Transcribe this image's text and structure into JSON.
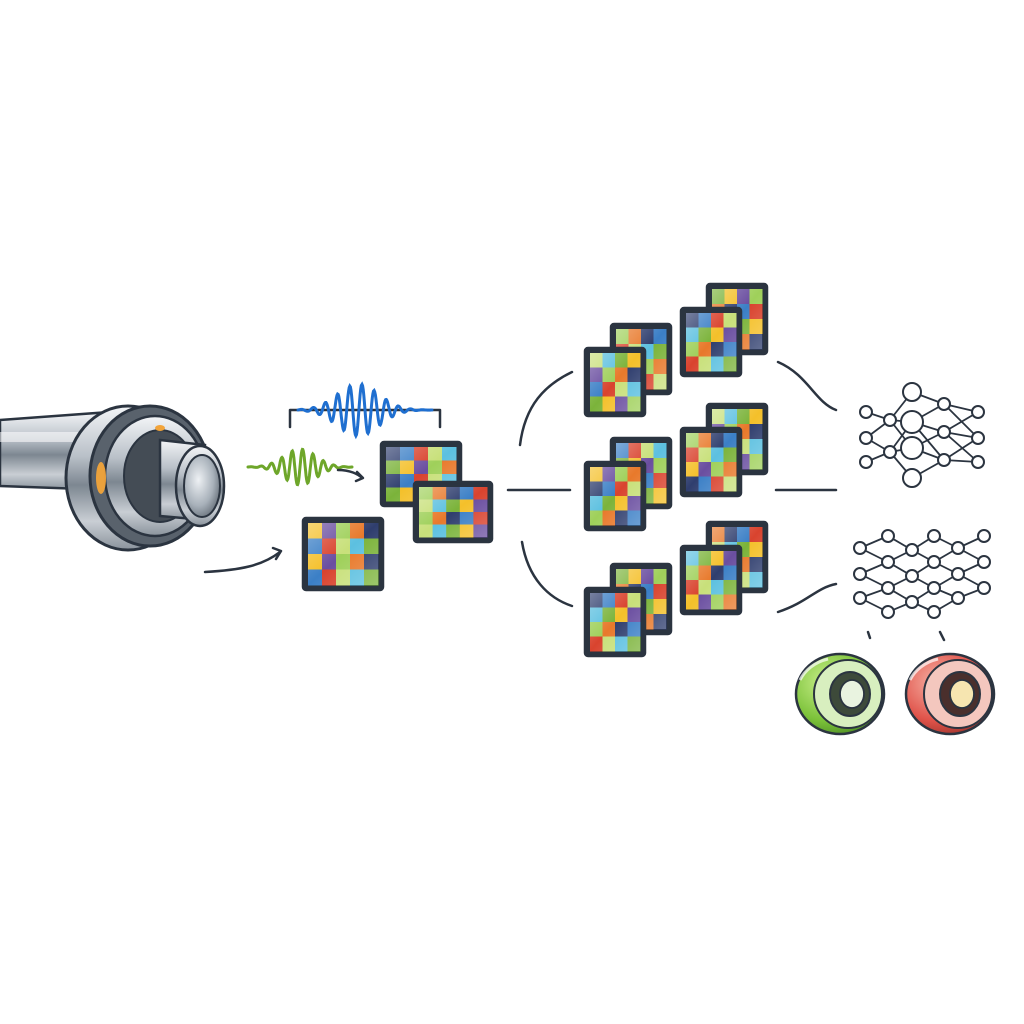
{
  "diagram": {
    "stages": [
      {
        "id": "sensor",
        "icon": "bearing-sensor-icon"
      },
      {
        "id": "signals",
        "icon": "vibration-waveform-icon",
        "colors": [
          "#1f6fd0",
          "#6ea62a"
        ]
      },
      {
        "id": "spectrograms",
        "icon": "spectrogram-tile-icon",
        "count": 3
      },
      {
        "id": "feature-maps",
        "icon": "feature-map-stack-icon",
        "count": 6
      },
      {
        "id": "networks",
        "icon": "neural-network-icon",
        "count": 2
      },
      {
        "id": "outputs",
        "icon": "bearing-ring-icon",
        "colors": [
          "#7cc23a",
          "#e0534a"
        ]
      }
    ],
    "palette": [
      "#f4c02a",
      "#e8792b",
      "#d9432e",
      "#7bb33a",
      "#9fd05a",
      "#3b7fc6",
      "#5cc0e0",
      "#6a4ea0",
      "#2f3e6e",
      "#c8e07a"
    ]
  }
}
